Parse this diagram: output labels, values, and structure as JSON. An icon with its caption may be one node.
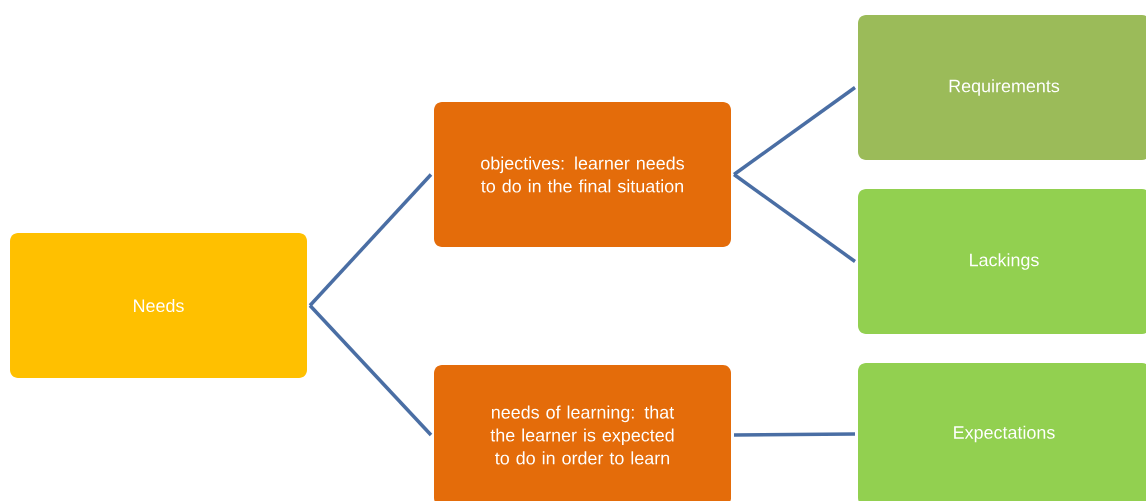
{
  "diagram": {
    "nodes": [
      {
        "text": [
          "Needs"
        ]
      },
      {
        "text": [
          "objectives: learner needs to do in the final situation"
        ]
      },
      {
        "text": [
          "needs of learning: that the learner is expected to do in order to learn"
        ]
      },
      {
        "text": [
          "Requirements"
        ]
      },
      {
        "text": [
          "Lackings"
        ]
      },
      {
        "text": [
          "Expectations"
        ]
      }
    ],
    "edges": [
      {
        "from": 0,
        "to": 1,
        "arrow": "none"
      },
      {
        "from": 0,
        "to": 2,
        "arrow": "none"
      },
      {
        "from": 1,
        "to": 3,
        "arrow": "none"
      },
      {
        "from": 1,
        "to": 4,
        "arrow": "none"
      },
      {
        "from": 2,
        "to": 5,
        "arrow": "none"
      }
    ]
  }
}
